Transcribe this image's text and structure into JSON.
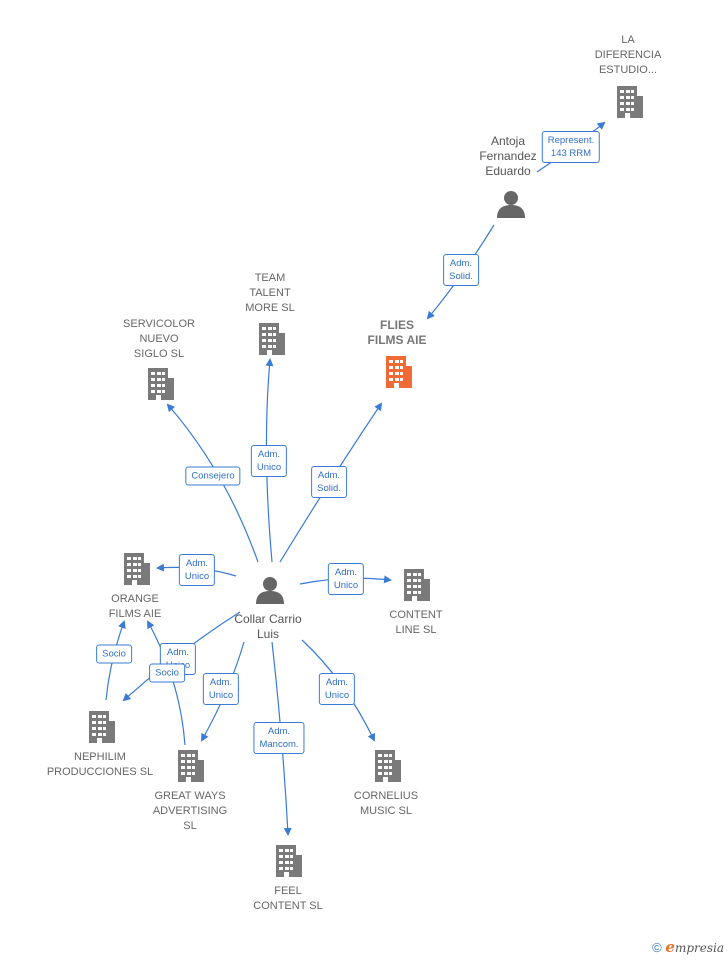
{
  "colors": {
    "edge": "#3a7bd5",
    "building": "#7a7a7a",
    "highlight": "#f06a35",
    "person": "#666666"
  },
  "nodes": {
    "la_diferencia": {
      "label": "LA\nDIFERENCIA\nESTUDIO...",
      "icon": "building-icon"
    },
    "antoja": {
      "label": "Antoja\nFernandez\nEduardo",
      "icon": "person-icon"
    },
    "flies": {
      "label": "FLIES\nFILMS AIE",
      "icon": "building-icon"
    },
    "team_talent": {
      "label": "TEAM\nTALENT\nMORE SL",
      "icon": "building-icon"
    },
    "servicolor": {
      "label": "SERVICOLOR\nNUEVO\nSIGLO SL",
      "icon": "building-icon"
    },
    "orange": {
      "label": "ORANGE\nFILMS AIE",
      "icon": "building-icon"
    },
    "collar": {
      "label": "Collar Carrio\nLuis",
      "icon": "person-icon"
    },
    "content_line": {
      "label": "CONTENT\nLINE SL",
      "icon": "building-icon"
    },
    "nephilim": {
      "label": "NEPHILIM\nPRODUCCIONES SL",
      "icon": "building-icon"
    },
    "great_ways": {
      "label": "GREAT WAYS\nADVERTISING\nSL",
      "icon": "building-icon"
    },
    "cornelius": {
      "label": "CORNELIUS\nMUSIC SL",
      "icon": "building-icon"
    },
    "feel": {
      "label": "FEEL\nCONTENT SL",
      "icon": "building-icon"
    }
  },
  "edges": {
    "represent": "Represent.\n143 RRM",
    "adm_solid_1": "Adm.\nSolid.",
    "adm_unico_team": "Adm.\nUnico",
    "consejero": "Consejero",
    "adm_solid_2": "Adm.\nSolid.",
    "adm_unico_orange": "Adm.\nUnico",
    "adm_unico_content": "Adm.\nUnico",
    "adm_unico_nephilim": "Adm.\nUnico",
    "socio_1": "Socio",
    "socio_2": "Socio",
    "adm_unico_great": "Adm.\nUnico",
    "adm_mancom": "Adm.\nMancom.",
    "adm_unico_cornelius": "Adm.\nUnico"
  },
  "footer": {
    "copyright": "©",
    "brand_initial": "e",
    "brand_rest": "mpresia"
  }
}
